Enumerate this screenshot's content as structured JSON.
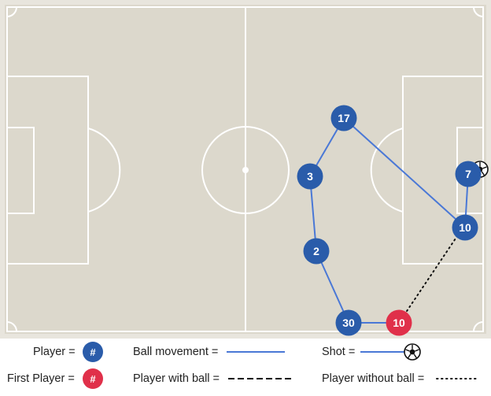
{
  "colors": {
    "pitch": "#dcd8cc",
    "pitch_border": "#e8e5dd",
    "lines": "#ffffff",
    "player": "#2a5caa",
    "first_player": "#e0304a",
    "ball_movement": "#4a78d6",
    "dotted": "#111111"
  },
  "players": [
    {
      "number": "17",
      "type": "player"
    },
    {
      "number": "3",
      "type": "player"
    },
    {
      "number": "2",
      "type": "player"
    },
    {
      "number": "30",
      "type": "player"
    },
    {
      "number": "10",
      "type": "first"
    },
    {
      "number": "10",
      "type": "player"
    },
    {
      "number": "7",
      "type": "player"
    }
  ],
  "legend": {
    "player": "Player =",
    "player_symbol": "#",
    "first_player": "First Player =",
    "first_player_symbol": "#",
    "ball_movement": "Ball movement =",
    "player_with_ball": "Player with ball =",
    "shot": "Shot =",
    "player_without_ball": "Player without ball ="
  }
}
